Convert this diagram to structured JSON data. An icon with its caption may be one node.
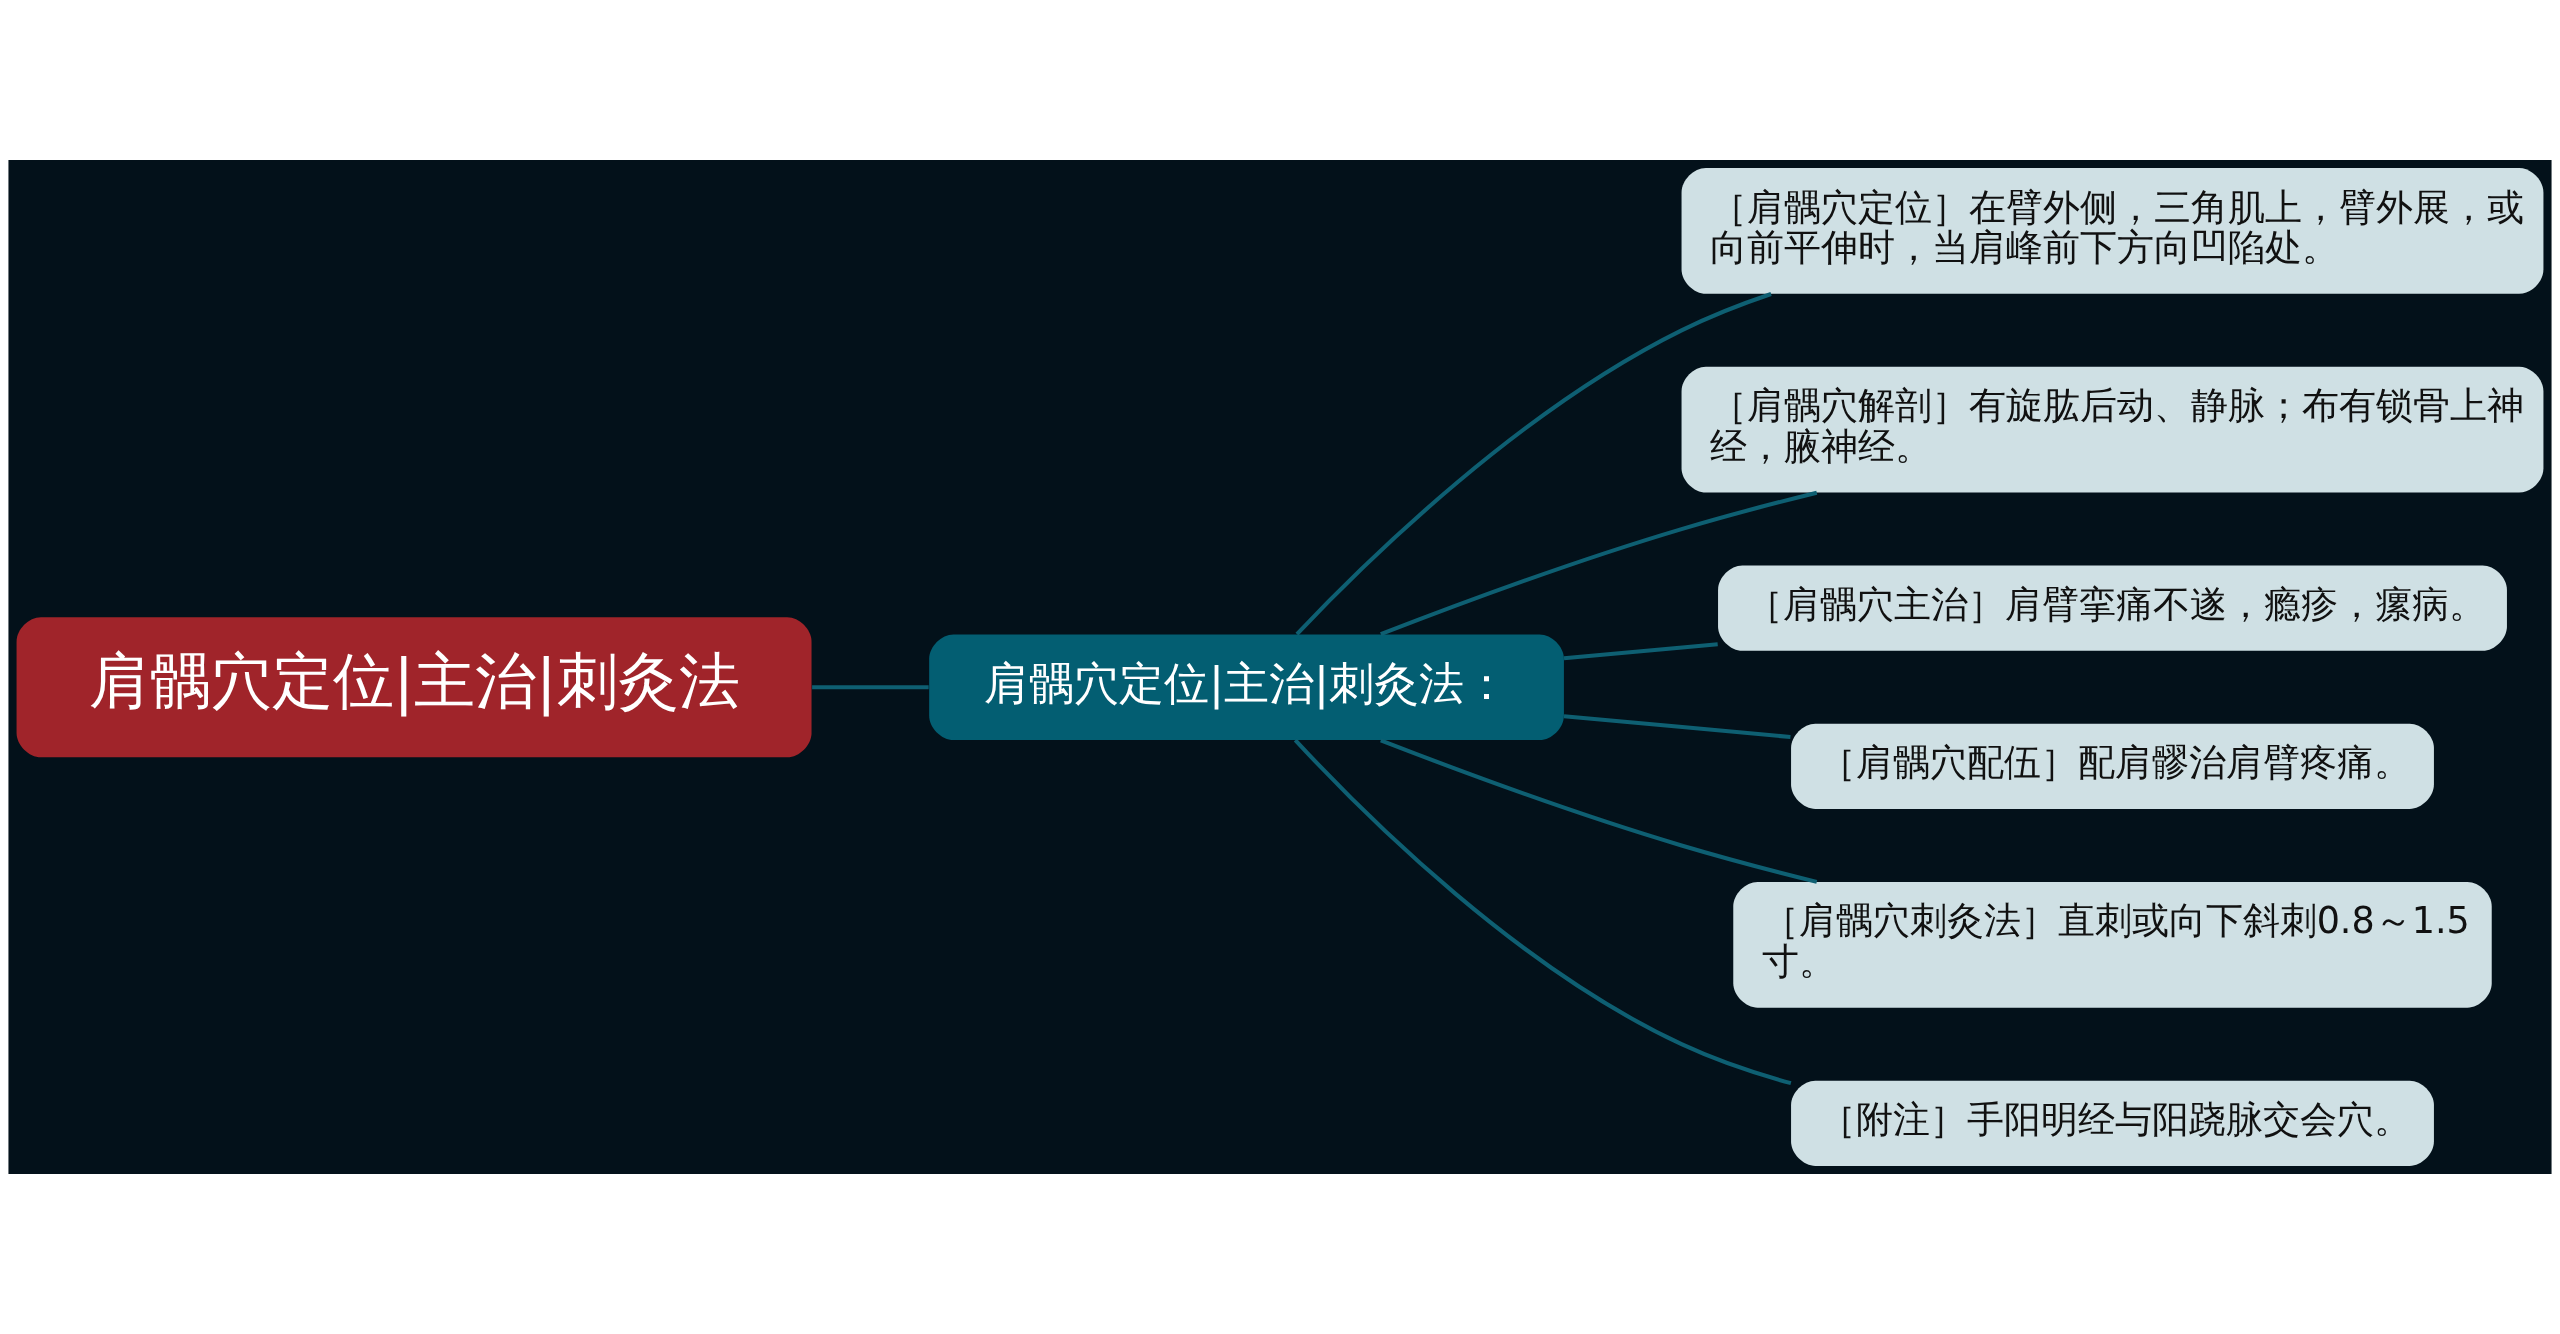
{
  "diagram": {
    "nodes": [
      {
        "text": [
          "肩髃穴定位|主治|刺灸法"
        ]
      },
      {
        "text": [
          "肩髃穴定位|主治|刺灸法："
        ]
      },
      {
        "text": [
          "［肩髃穴定位］在臂外侧，三角肌上，臂外展，或向前平伸时，当肩峰前下方向凹陷处。"
        ]
      },
      {
        "text": [
          "［肩髃穴解剖］有旋肱后动、静脉；布有锁骨上神经，腋神经。"
        ]
      },
      {
        "text": [
          "［肩髃穴主治］肩臂挛痛不遂，瘾疹，瘰病。"
        ]
      },
      {
        "text": [
          "［肩髃穴配伍］配肩髎治肩臂疼痛。"
        ]
      },
      {
        "text": [
          "［肩髃穴刺灸法］直刺或向下斜刺0.8～1.5寸。"
        ]
      },
      {
        "text": [
          "［附注］手阳明经与阳跷脉交会穴。"
        ]
      }
    ],
    "edges": [
      {
        "from": 0,
        "to": 1,
        "arrow": "none"
      },
      {
        "from": 1,
        "to": 2,
        "arrow": "none"
      },
      {
        "from": 1,
        "to": 3,
        "arrow": "none"
      },
      {
        "from": 1,
        "to": 4,
        "arrow": "none"
      },
      {
        "from": 1,
        "to": 5,
        "arrow": "none"
      },
      {
        "from": 1,
        "to": 6,
        "arrow": "none"
      },
      {
        "from": 1,
        "to": 7,
        "arrow": "none"
      }
    ]
  }
}
